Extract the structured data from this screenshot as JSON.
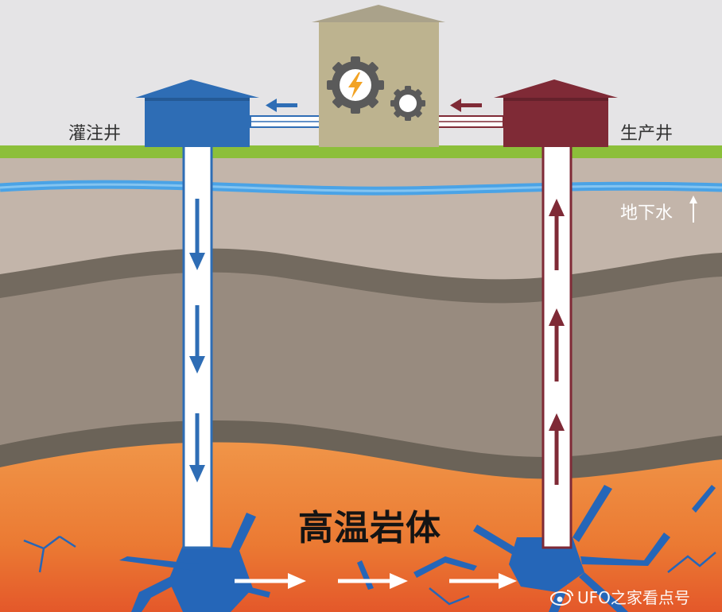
{
  "labels": {
    "injection_well": "灌注井",
    "production_well": "生产井",
    "groundwater": "地下水",
    "hot_rock": "高温岩体"
  },
  "watermark": {
    "text": "UFO之家看点号",
    "icon": "weibo-icon"
  },
  "colors": {
    "sky": "#e5e4e6",
    "grass": "#8cbf3a",
    "injection": "#2e6db5",
    "production": "#7f2a36",
    "power_plant": "#bdb38f",
    "groundwater": "#4aa3e6",
    "hot_rock": "#ea7a33",
    "lightning": "#f2a324"
  },
  "icons": [
    "gear-icon",
    "lightning-icon",
    "arrow-down-icon",
    "arrow-up-icon",
    "arrow-right-icon",
    "arrow-left-icon",
    "fracture-icon"
  ]
}
